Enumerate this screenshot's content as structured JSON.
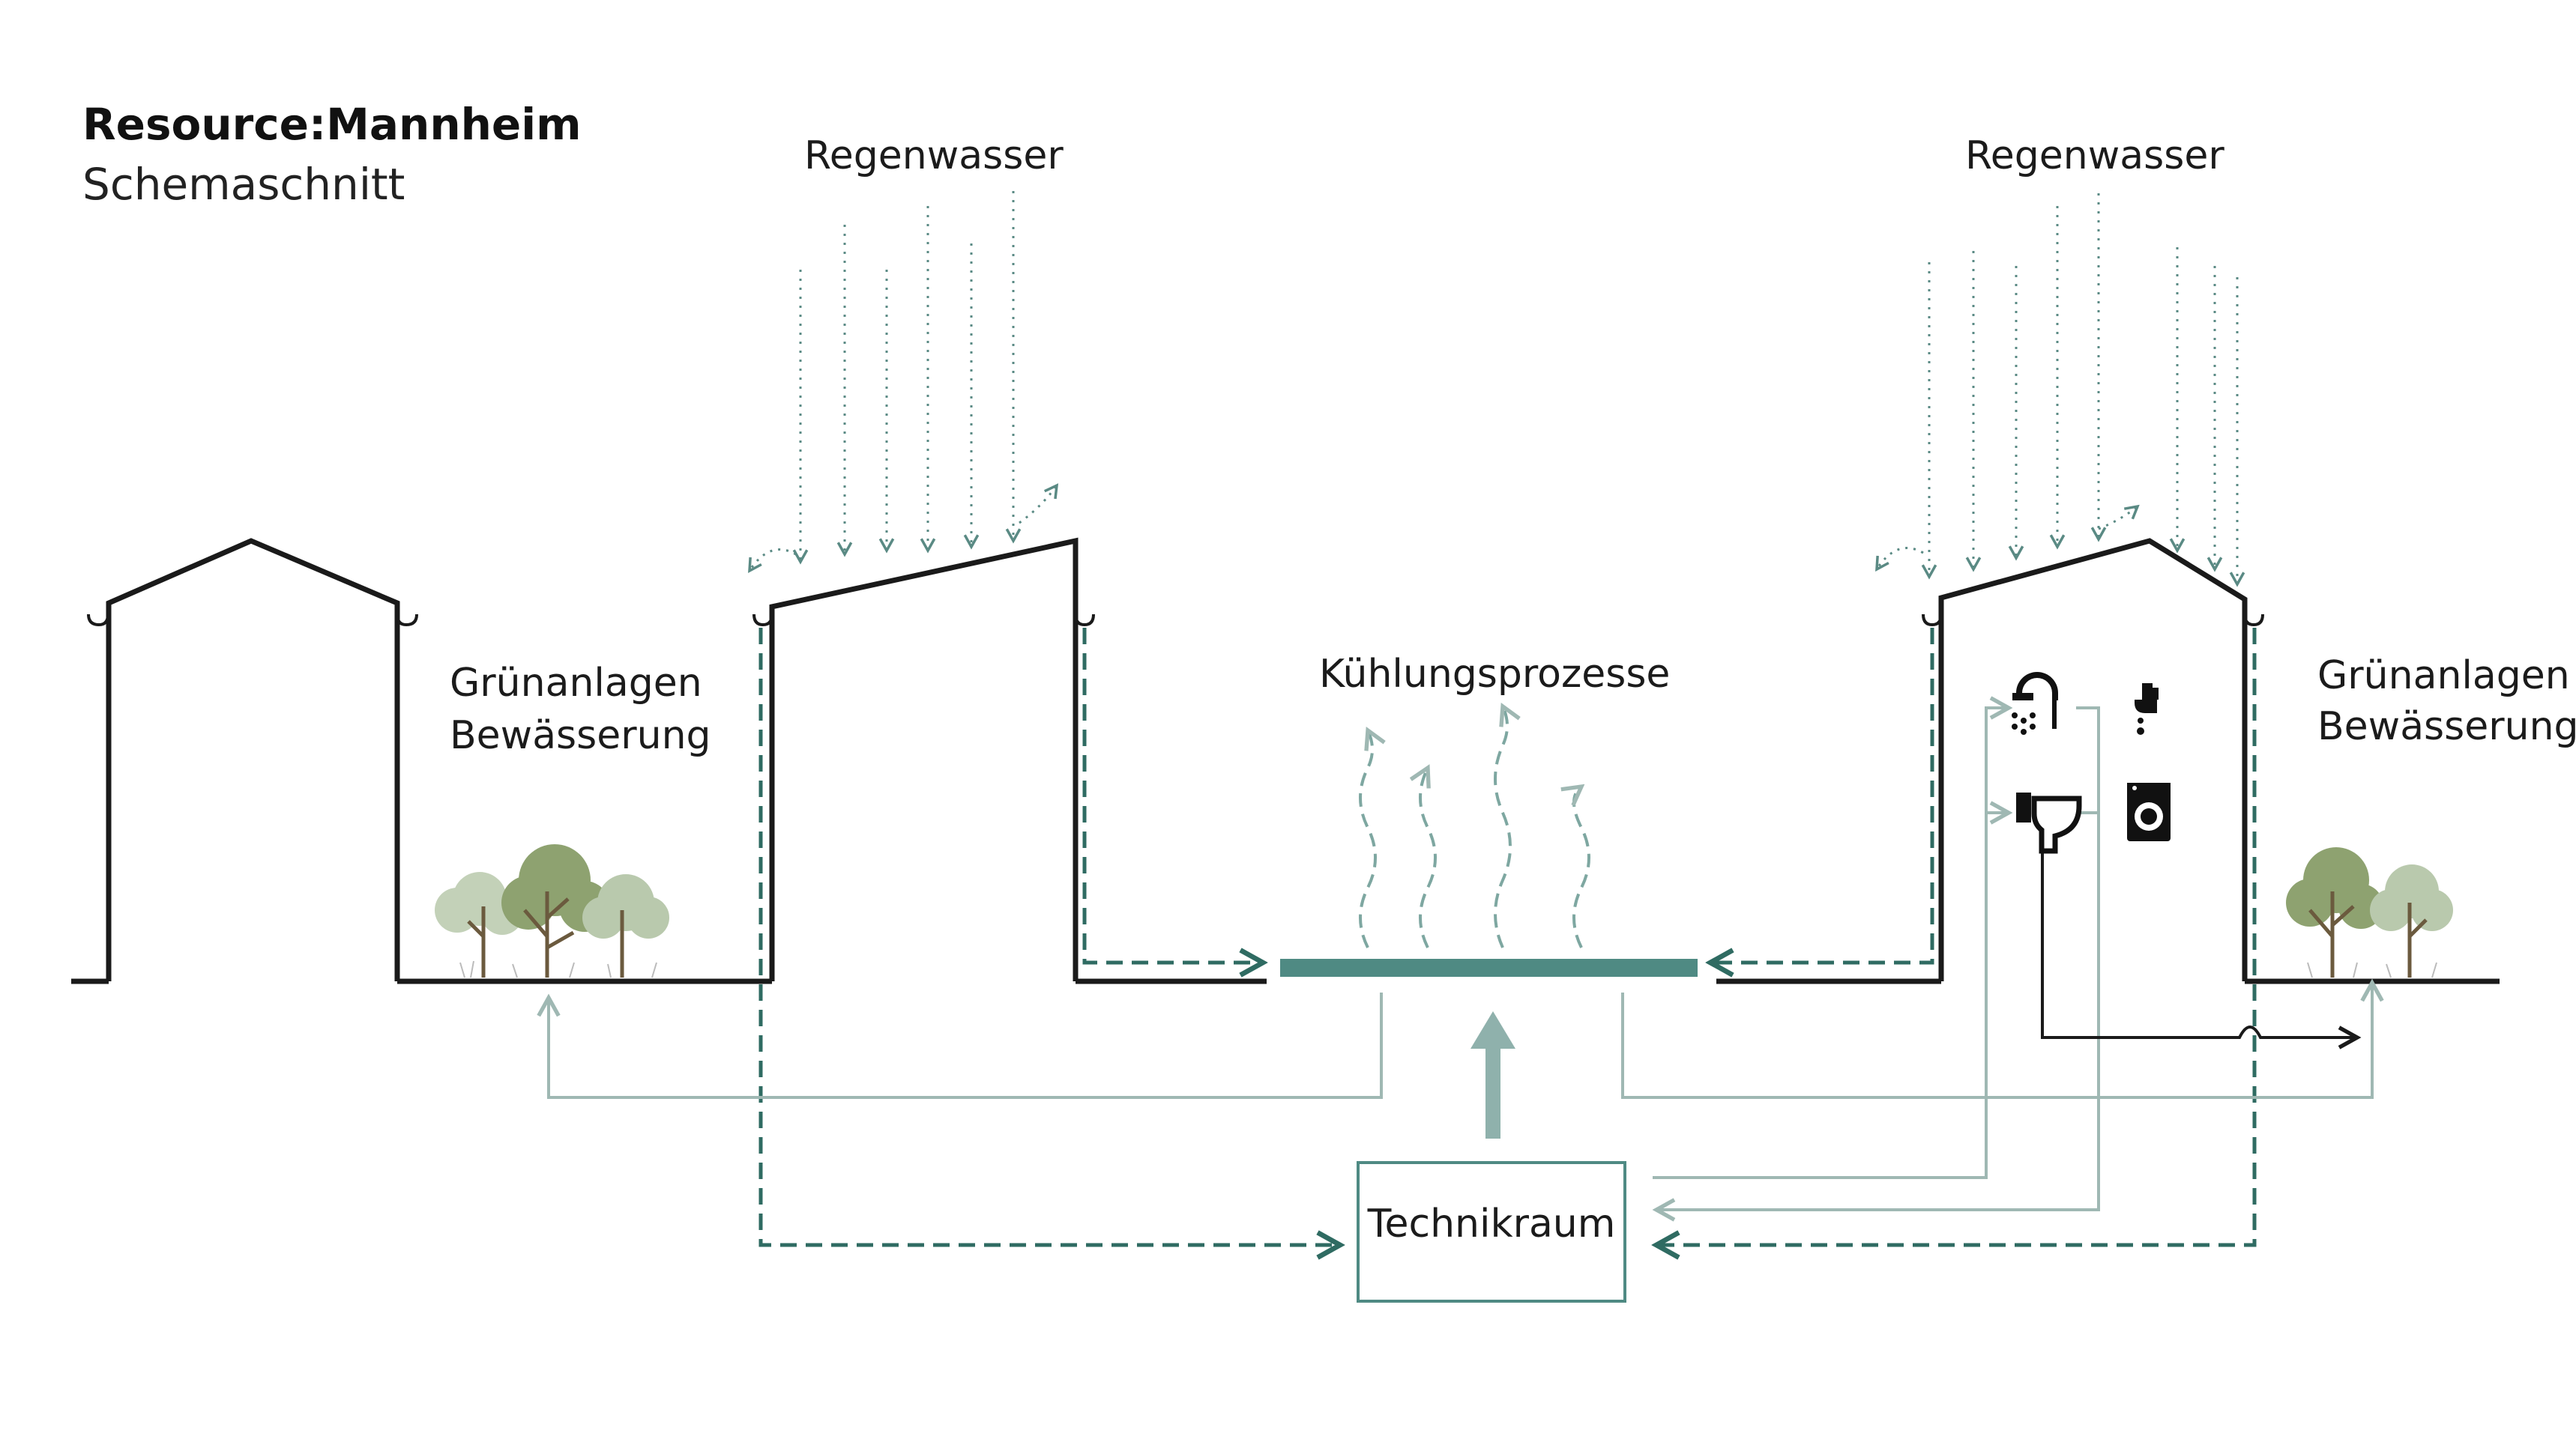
{
  "title": "Resource:Mannheim",
  "subtitle": "Schemaschnitt",
  "labels": {
    "rain_left": "Regenwasser",
    "rain_right": "Regenwasser",
    "cooling": "Kühlungsprozesse",
    "green_left_line1": "Grünanlagen",
    "green_left_line2": "Bewässerung",
    "green_right_line1": "Grünanlagen",
    "green_right_line2": "Bewässerung",
    "technikraum": "Technikraum"
  },
  "icons": [
    "shower-icon",
    "faucet-icon",
    "toilet-icon",
    "washing-machine-icon",
    "tree-icon",
    "rain-arrow-icon",
    "cooling-wave-icon"
  ],
  "colors": {
    "building": "#1a1a1a",
    "rain_flow": "#2f6b62",
    "greywater": "#9fb8b3",
    "basin": "#4f8a83",
    "tree_green": "#8ea270",
    "tree_light": "#b9c9ad"
  }
}
